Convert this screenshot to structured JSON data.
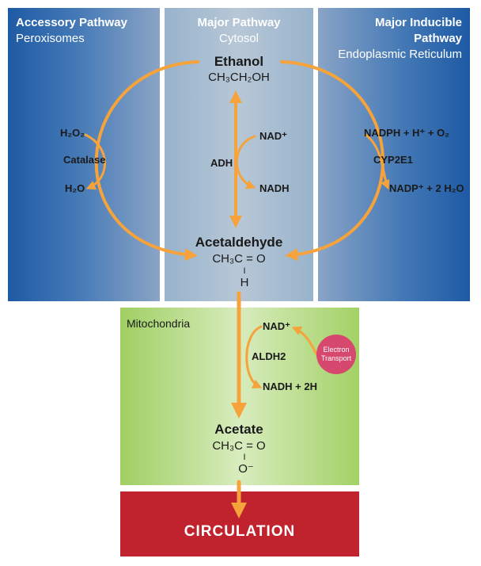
{
  "panels": {
    "accessory": {
      "title": "Accessory Pathway",
      "location": "Peroxisomes"
    },
    "major": {
      "title": "Major Pathway",
      "location": "Cytosol"
    },
    "inducible": {
      "title_line1": "Major Inducible",
      "title_line2": "Pathway",
      "location": "Endoplasmic Reticulum"
    },
    "mitochondria": {
      "location": "Mitochondria"
    }
  },
  "molecules": {
    "ethanol": {
      "name": "Ethanol",
      "formula": "CH₃CH₂OH"
    },
    "acetaldehyde": {
      "name": "Acetaldehyde",
      "formula": "CH₃C = O",
      "bond": "I",
      "substituent": "H"
    },
    "acetate": {
      "name": "Acetate",
      "formula": "CH₃C = O",
      "bond": "I",
      "substituent": "O⁻"
    }
  },
  "reactions": {
    "catalase": {
      "enzyme": "Catalase",
      "input": "H₂O₂",
      "output": "H₂O"
    },
    "adh": {
      "enzyme": "ADH",
      "input": "NAD⁺",
      "output": "NADH"
    },
    "cyp2e1": {
      "enzyme": "CYP2E1",
      "input": "NADPH + H⁺ + O₂",
      "output": "NADP⁺ + 2 H₂O"
    },
    "aldh2": {
      "enzyme": "ALDH2",
      "input": "NAD⁺",
      "output": "NADH + 2H"
    }
  },
  "electron_transport": {
    "line1": "Electron",
    "line2": "Transport"
  },
  "circulation": "CIRCULATION",
  "colors": {
    "arrow": "#f5a33a",
    "panel_blue": "#1e5aa4",
    "mito_green": "#9fcf62",
    "circulation_red": "#c0222e",
    "electron_pink": "#d6486e"
  }
}
